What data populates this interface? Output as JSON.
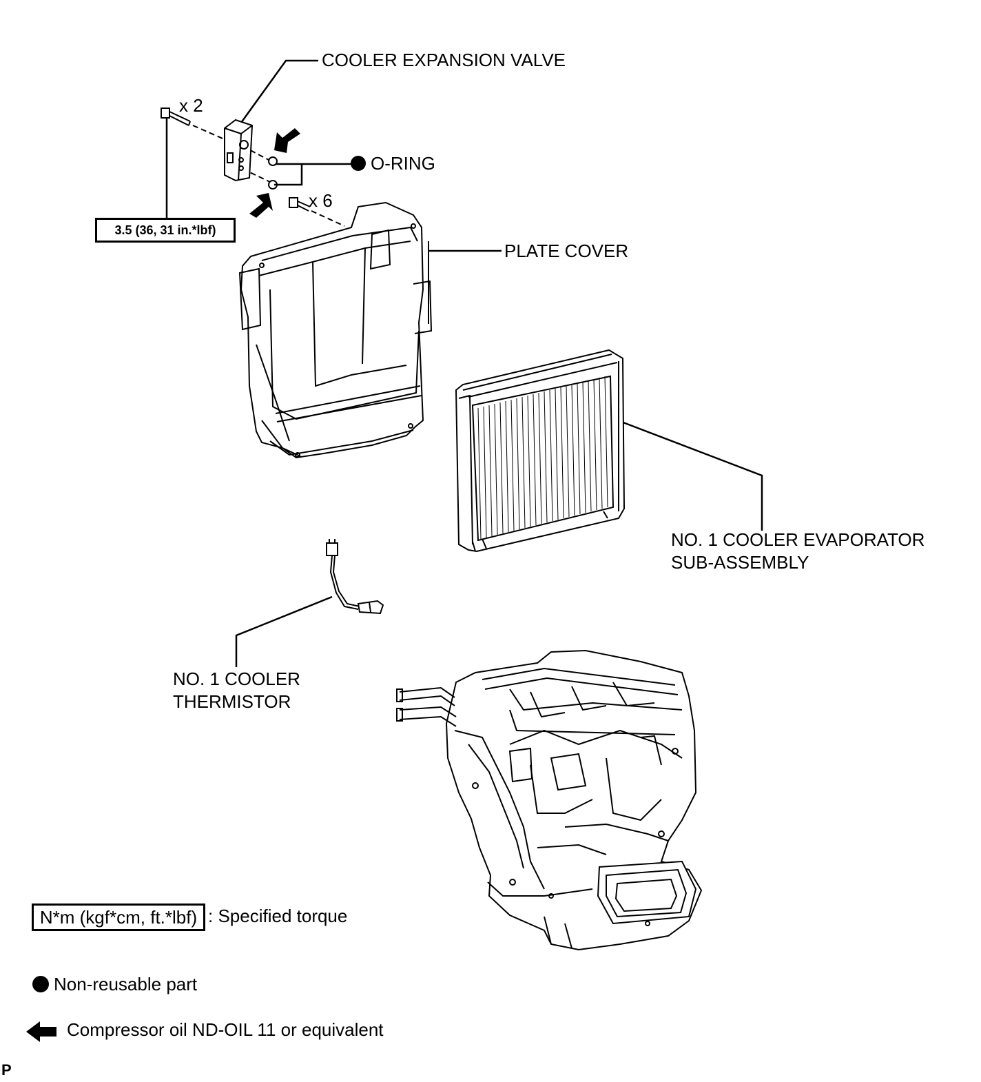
{
  "labels": {
    "expansion_valve": "COOLER EXPANSION VALVE",
    "qty_bolts_valve": "x 2",
    "o_ring": "O-RING",
    "qty_bolts_cover": "x 6",
    "plate_cover": "PLATE COVER",
    "evaporator_line1": "NO. 1 COOLER EVAPORATOR",
    "evaporator_line2": "SUB-ASSEMBLY",
    "thermistor_line1": "NO. 1 COOLER",
    "thermistor_line2": "THERMISTOR"
  },
  "torque": {
    "value": "3.5 (36, 31 in.*lbf)"
  },
  "legend": {
    "torque_units": "N*m (kgf*cm, ft.*lbf)",
    "torque_desc": ": Specified torque",
    "non_reusable": "Non-reusable part",
    "compressor_oil": "Compressor oil ND-OIL 11 or equivalent"
  },
  "footer": {
    "code": "P"
  }
}
